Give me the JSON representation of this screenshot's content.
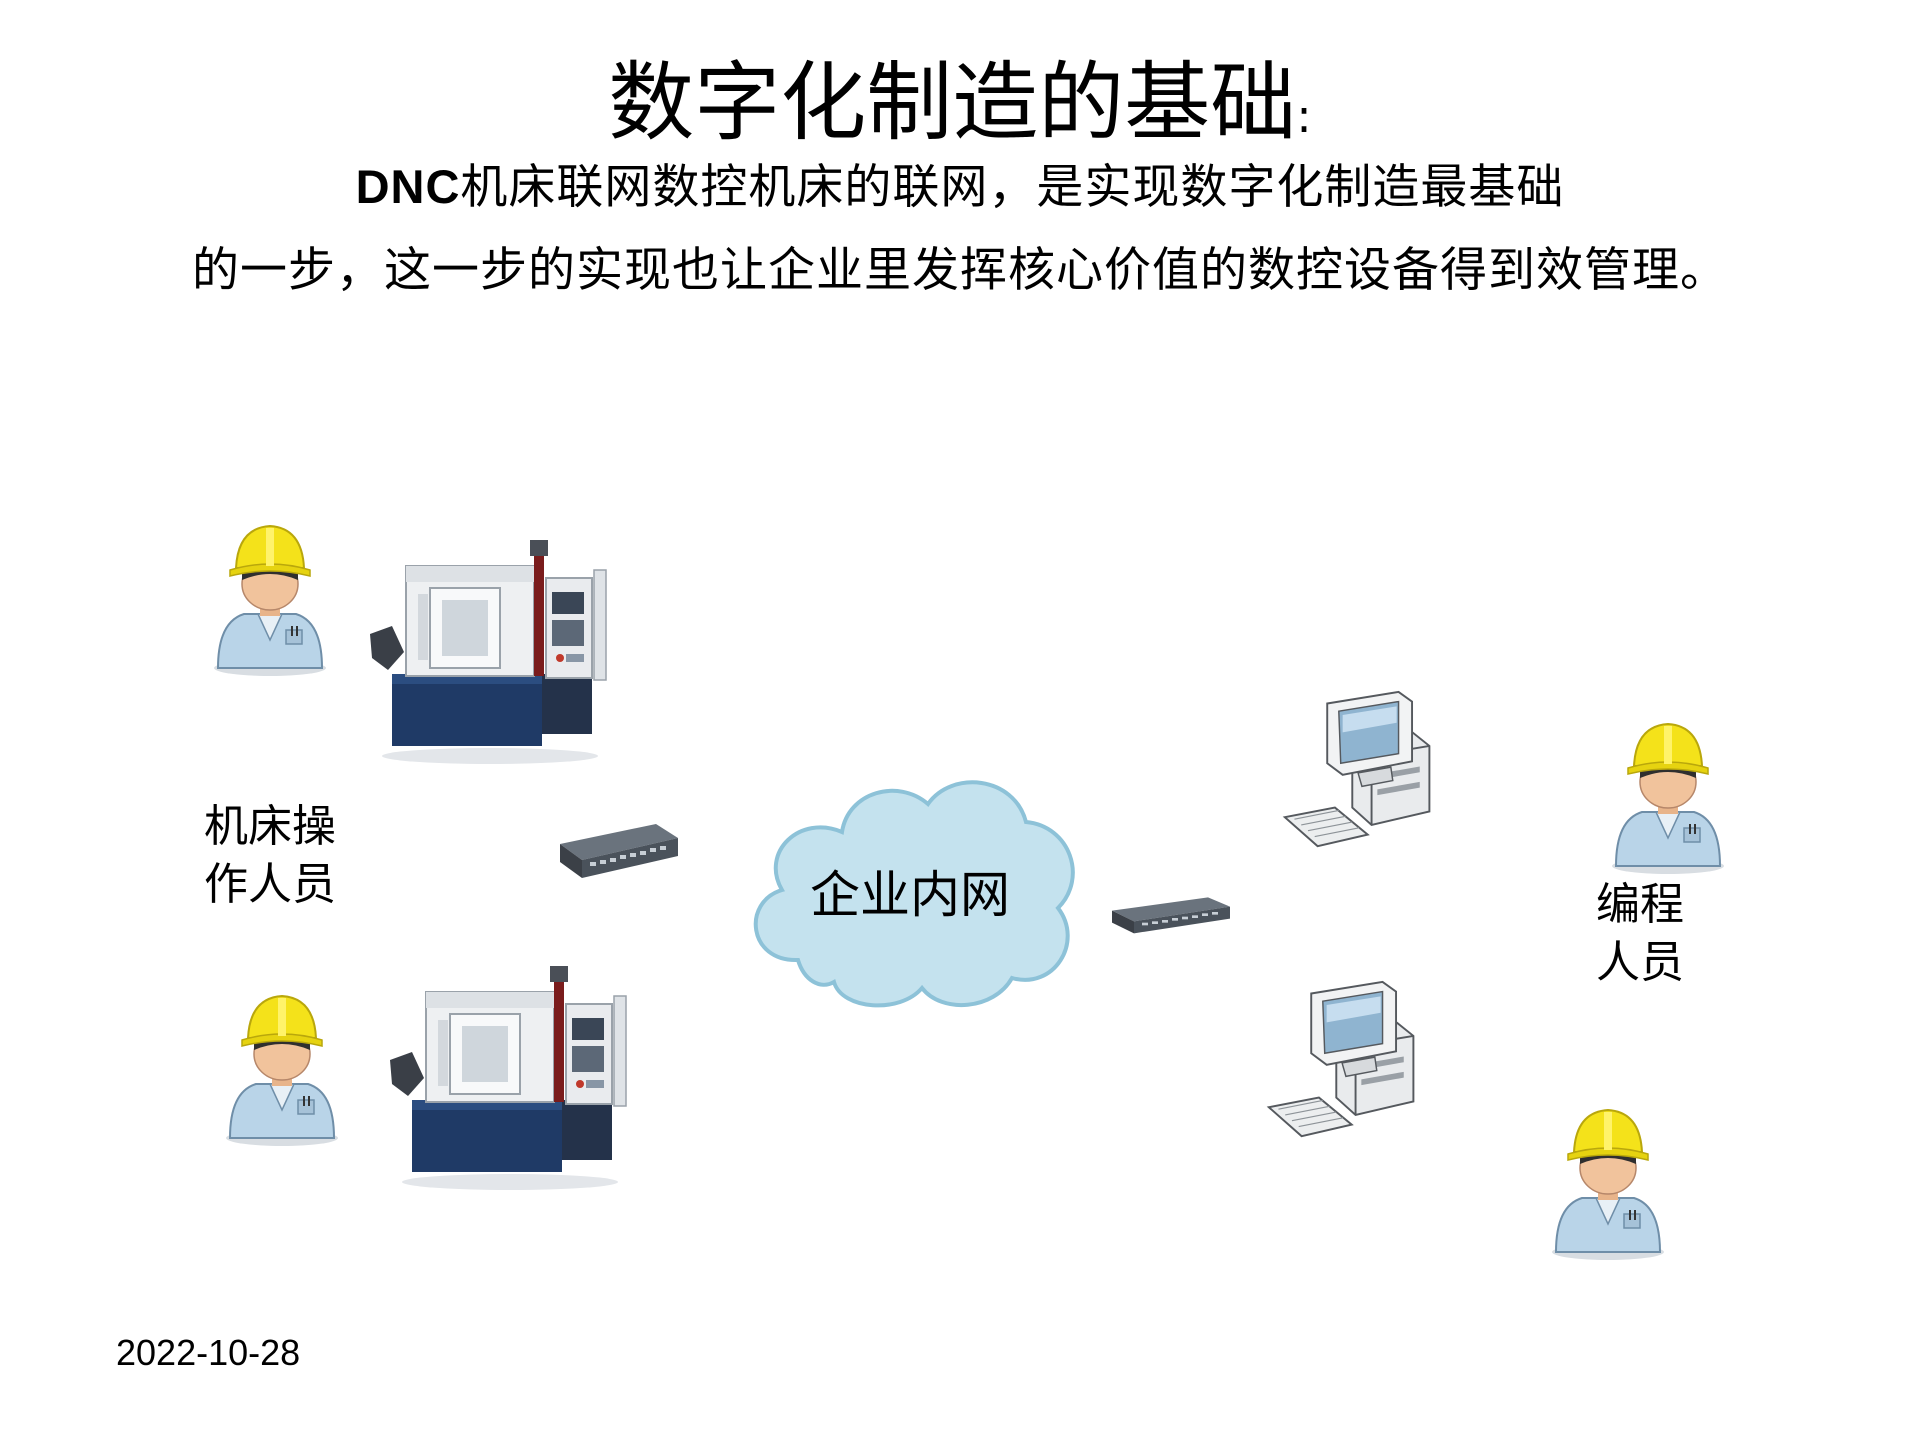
{
  "title": {
    "text": "数字化制造的基础",
    "colon": ":"
  },
  "subtitle": {
    "line1_bold": "DNC",
    "line1_rest": "机床联网数控机床的联网，是实现数字化制造最基础",
    "line2": "的一步，这一步的实现也让企业里发挥核心价值的数控设备得到效管理。"
  },
  "labels": {
    "operator_line1": "机床操",
    "operator_line2": "作人员",
    "cloud": "企业内网",
    "programmer_line1": "编程",
    "programmer_line2": "人员"
  },
  "footer": {
    "date": "2022-10-28"
  },
  "colors": {
    "hardhat": "#f4e21a",
    "uniform": "#b9d4e8",
    "cloud_fill": "#c4e2ee",
    "machine_base": "#1f3a66",
    "machine_body": "#eef0f2"
  },
  "icons": [
    "worker-icon",
    "cnc-machine-icon",
    "network-switch-icon",
    "cloud-icon",
    "desktop-computer-icon"
  ]
}
